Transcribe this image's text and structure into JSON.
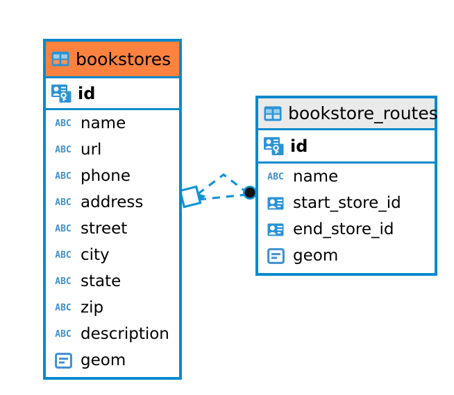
{
  "diagram": {
    "type": "entity-relationship-diagram",
    "background_color": "#ffffff",
    "accent_color": "#0889CC",
    "highlight_color": "#FD8240",
    "header_color": "#EAEAEA",
    "entities": [
      {
        "id": "bookstores",
        "title": "bookstores",
        "title_icon": "table-icon",
        "header_style": "orange",
        "primary_key": {
          "name": "id",
          "icon": "primary-key-icon"
        },
        "fields": [
          {
            "name": "name",
            "icon": "text-type-icon",
            "icon_label": "ABC"
          },
          {
            "name": "url",
            "icon": "text-type-icon",
            "icon_label": "ABC"
          },
          {
            "name": "phone",
            "icon": "text-type-icon",
            "icon_label": "ABC"
          },
          {
            "name": "address",
            "icon": "text-type-icon",
            "icon_label": "ABC"
          },
          {
            "name": "street",
            "icon": "text-type-icon",
            "icon_label": "ABC"
          },
          {
            "name": "city",
            "icon": "text-type-icon",
            "icon_label": "ABC"
          },
          {
            "name": "state",
            "icon": "text-type-icon",
            "icon_label": "ABC"
          },
          {
            "name": "zip",
            "icon": "text-type-icon",
            "icon_label": "ABC"
          },
          {
            "name": "description",
            "icon": "text-type-icon",
            "icon_label": "ABC"
          },
          {
            "name": "geom",
            "icon": "geometry-type-icon",
            "icon_label": ""
          }
        ]
      },
      {
        "id": "bookstore_routes",
        "title": "bookstore_routes",
        "title_icon": "table-icon",
        "header_style": "gray",
        "primary_key": {
          "name": "id",
          "icon": "primary-key-icon"
        },
        "fields": [
          {
            "name": "name",
            "icon": "text-type-icon",
            "icon_label": "ABC"
          },
          {
            "name": "start_store_id",
            "icon": "foreign-key-icon",
            "icon_label": ""
          },
          {
            "name": "end_store_id",
            "icon": "foreign-key-icon",
            "icon_label": ""
          },
          {
            "name": "geom",
            "icon": "geometry-type-icon",
            "icon_label": ""
          }
        ]
      }
    ],
    "relationship": {
      "style": "dashed",
      "color": "#1295D8",
      "source_endpoint": "diamond-endpoint",
      "target_endpoint": "filled-circle-endpoint"
    }
  }
}
